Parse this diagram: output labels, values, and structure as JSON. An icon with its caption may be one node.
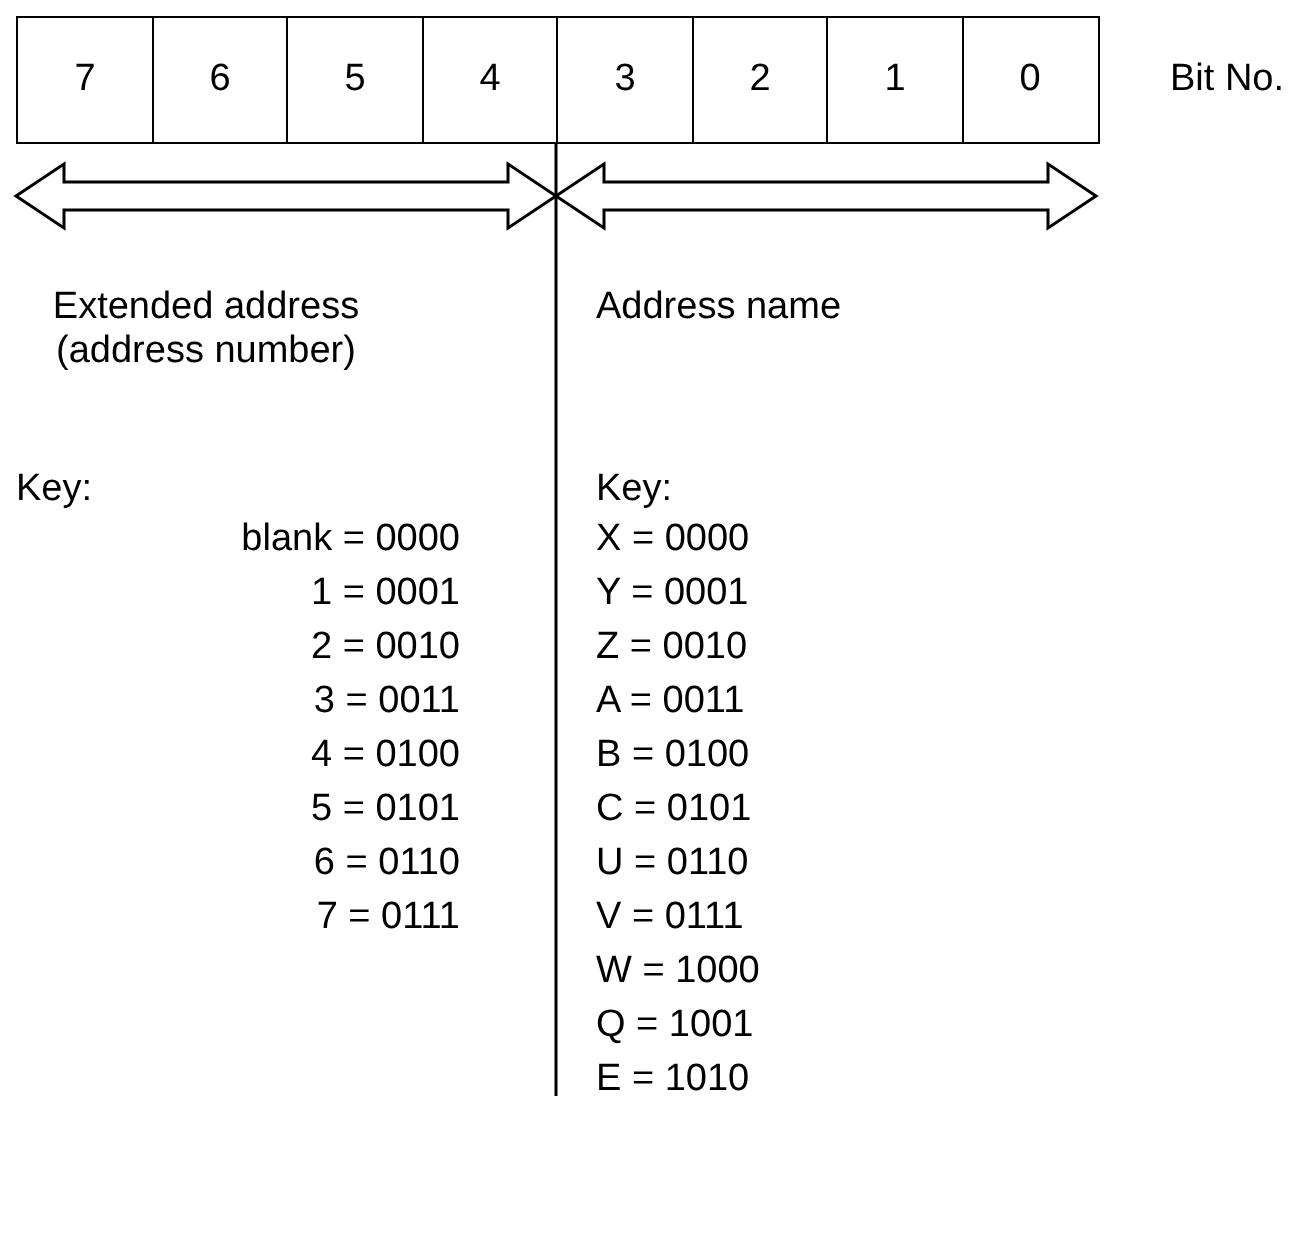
{
  "diagram": {
    "nodes": [
      {
        "text": [
          "7"
        ]
      },
      {
        "text": [
          "6"
        ]
      },
      {
        "text": [
          "5"
        ]
      },
      {
        "text": [
          "4"
        ]
      },
      {
        "text": [
          "3"
        ]
      },
      {
        "text": [
          "2"
        ]
      },
      {
        "text": [
          "1"
        ]
      },
      {
        "text": [
          "0"
        ]
      }
    ],
    "labels": [
      "Bit No.",
      "Extended address (address number)",
      "Address name",
      "Key:",
      "blank = 0000",
      "1 = 0001",
      "2 = 0010",
      "3 = 0011",
      "4 = 0100",
      "5 = 0101",
      "6 = 0110",
      "7 = 0111",
      "Key:",
      "X = 0000",
      "Y = 0001",
      "Z = 0010",
      "A = 0011",
      "B = 0100",
      "C = 0101",
      "U = 0110",
      "V = 0111",
      "W = 1000",
      "Q = 1001",
      "E = 1010"
    ]
  }
}
